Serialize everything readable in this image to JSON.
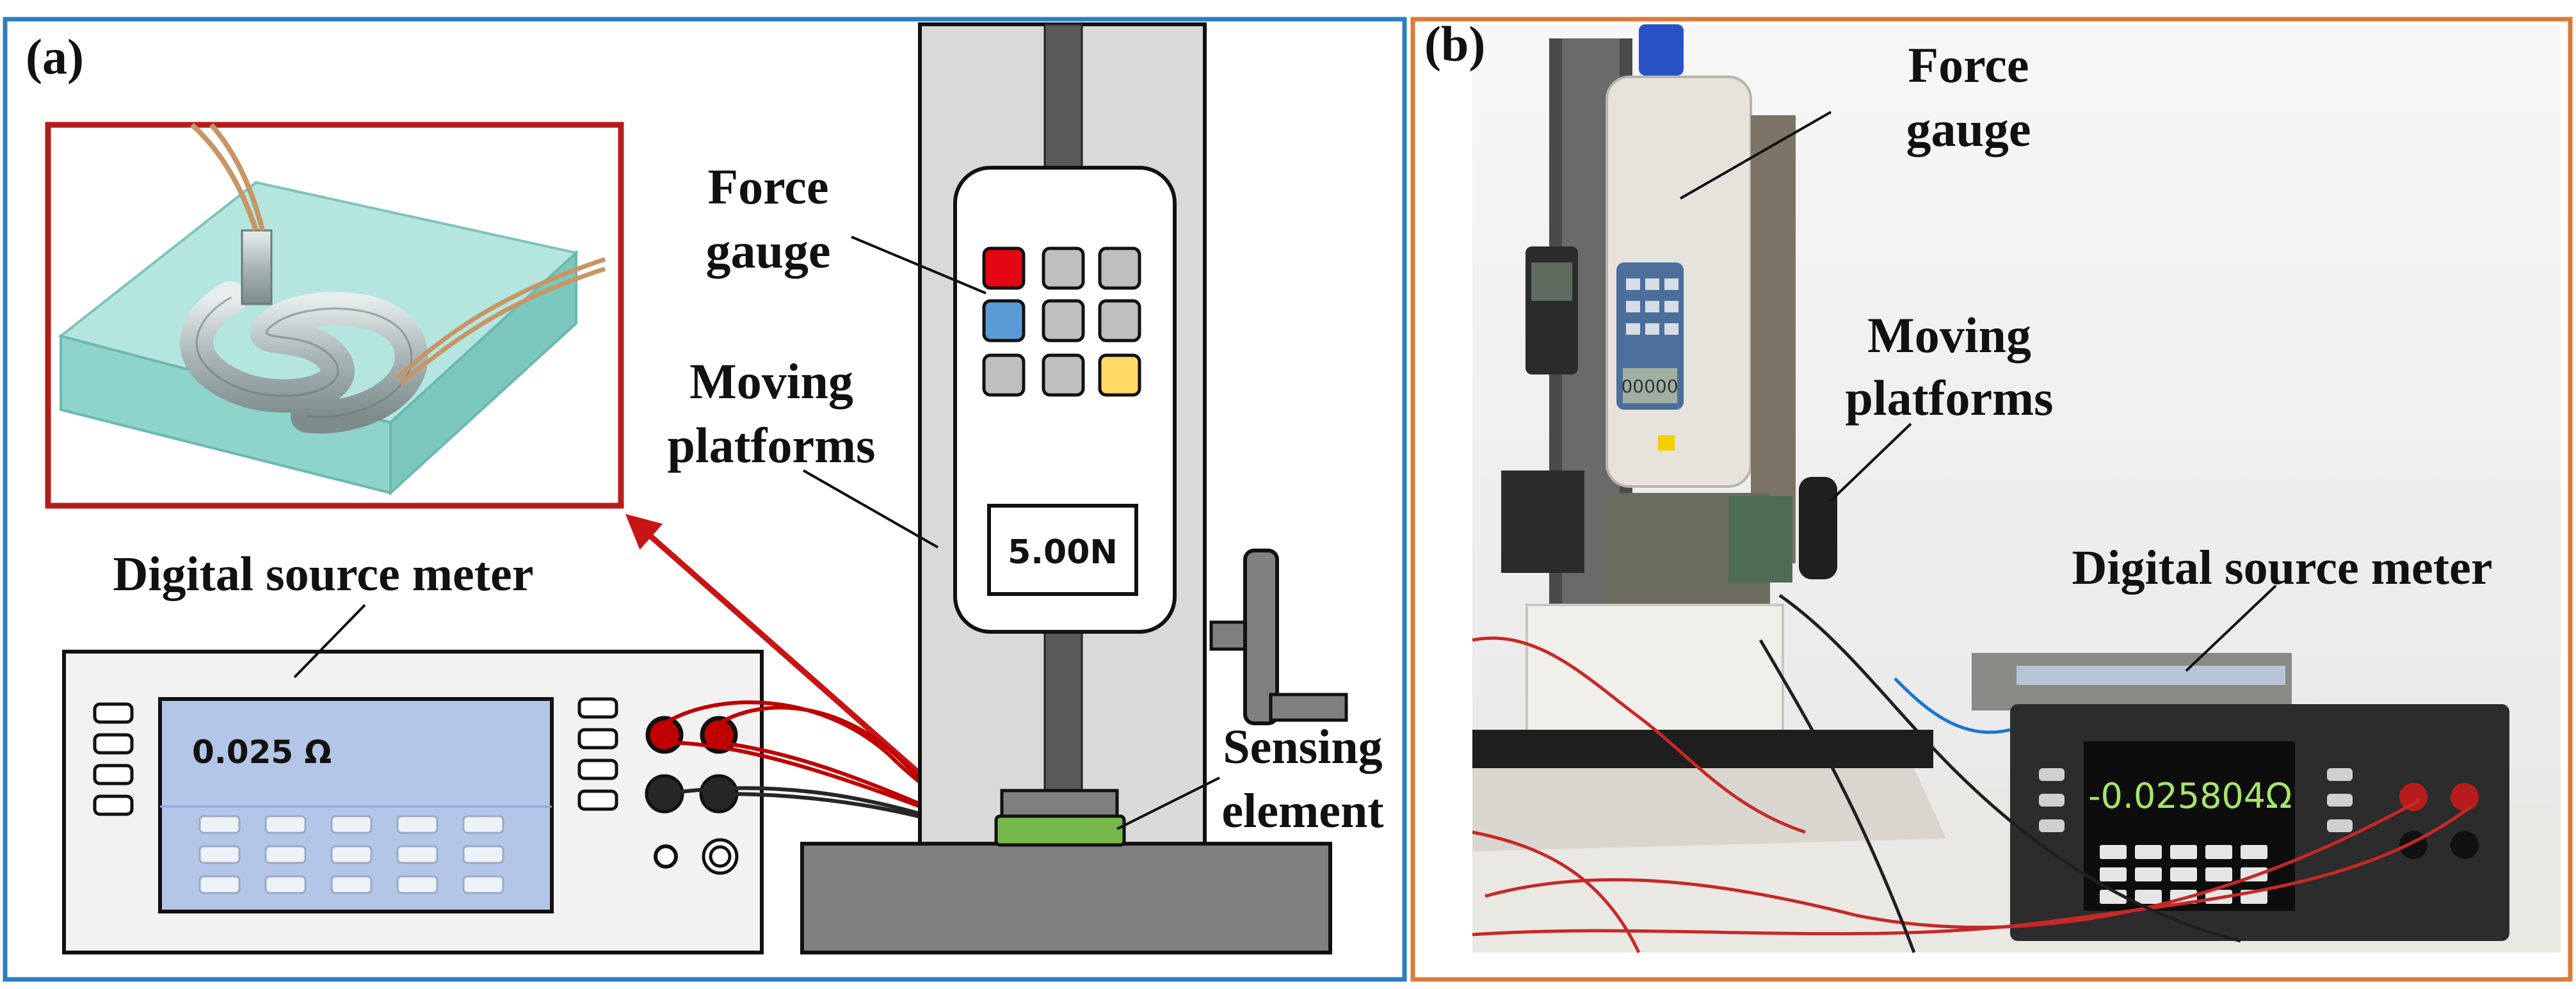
{
  "panel_a": {
    "tag": "(a)",
    "force_gauge_line1": "Force",
    "force_gauge_line2": "gauge",
    "moving_platforms_line1": "Moving",
    "moving_platforms_line2": "platforms",
    "digital_source_meter": "Digital source meter",
    "sensing_element_line1": "Sensing",
    "sensing_element_line2": "element",
    "gauge_display": "5.00N",
    "meter_display": "0.025 Ω"
  },
  "panel_b": {
    "tag": "(b)",
    "force_gauge_line1": "Force",
    "force_gauge_line2": "gauge",
    "moving_platforms_line1": "Moving",
    "moving_platforms_line2": "platforms",
    "digital_source_meter": "Digital source meter",
    "meter_reading": "-0.025804Ω",
    "gauge_lcd": "00000"
  },
  "colors": {
    "panel_a_border": "#2a7fc1",
    "panel_b_border": "#d97b3a",
    "inset_border": "#b51d1d",
    "arrow": "#c81414",
    "sensor_green": "#76b84a",
    "screen_blue": "#b4c6e7",
    "button_red": "#e30613",
    "button_blue": "#5b9bd5",
    "button_yellow": "#ffd966"
  }
}
